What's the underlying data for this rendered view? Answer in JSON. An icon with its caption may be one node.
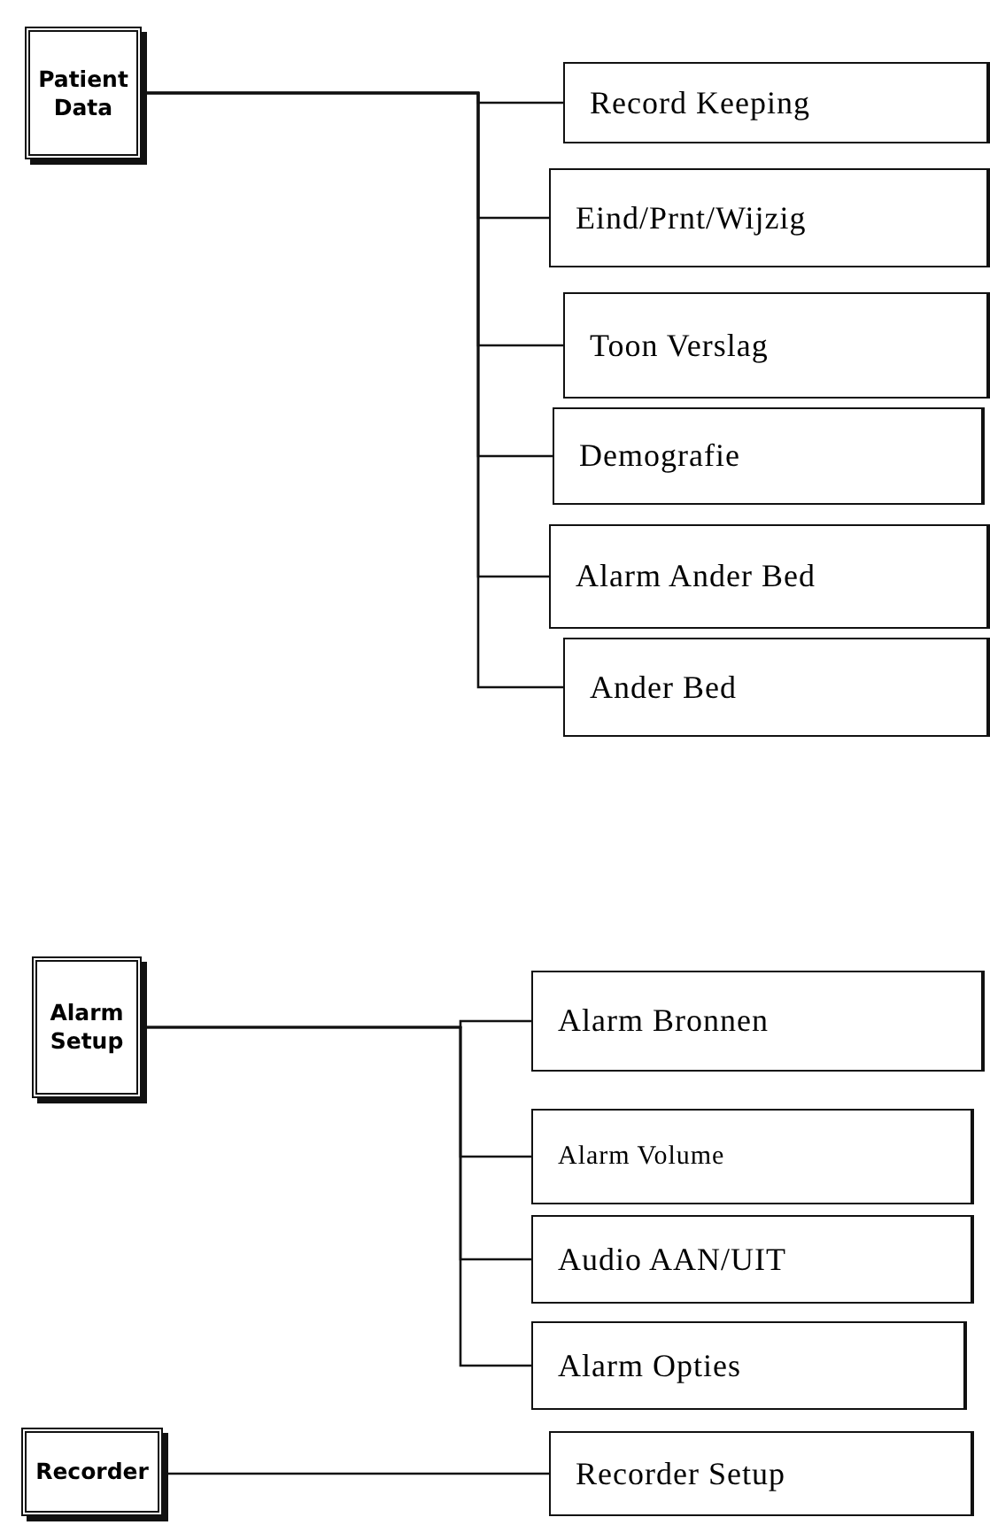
{
  "diagram": {
    "nodes": [
      {
        "text": [
          "Patient Data"
        ]
      },
      {
        "text": [
          "Record Keeping"
        ]
      },
      {
        "text": [
          "Eind/Prnt/Wijzig"
        ]
      },
      {
        "text": [
          "Toon Verslag"
        ]
      },
      {
        "text": [
          "Demografie"
        ]
      },
      {
        "text": [
          "Alarm Ander Bed"
        ]
      },
      {
        "text": [
          "Ander Bed"
        ]
      },
      {
        "text": [
          "Alarm Setup"
        ]
      },
      {
        "text": [
          "Alarm Bronnen"
        ]
      },
      {
        "text": [
          "Alarm Volume"
        ]
      },
      {
        "text": [
          "Audio AAN/UIT"
        ]
      },
      {
        "text": [
          "Alarm Opties"
        ]
      },
      {
        "text": [
          "Recorder"
        ]
      },
      {
        "text": [
          "Recorder Setup"
        ]
      }
    ],
    "edges": [
      {
        "from": 0,
        "to": 1,
        "arrow": "none"
      },
      {
        "from": 0,
        "to": 2,
        "arrow": "none"
      },
      {
        "from": 0,
        "to": 3,
        "arrow": "none"
      },
      {
        "from": 0,
        "to": 4,
        "arrow": "none"
      },
      {
        "from": 0,
        "to": 5,
        "arrow": "none"
      },
      {
        "from": 0,
        "to": 6,
        "arrow": "none"
      },
      {
        "from": 7,
        "to": 8,
        "arrow": "none"
      },
      {
        "from": 7,
        "to": 9,
        "arrow": "none"
      },
      {
        "from": 7,
        "to": 10,
        "arrow": "none"
      },
      {
        "from": 7,
        "to": 11,
        "arrow": "none"
      },
      {
        "from": 12,
        "to": 13,
        "arrow": "none"
      }
    ]
  }
}
